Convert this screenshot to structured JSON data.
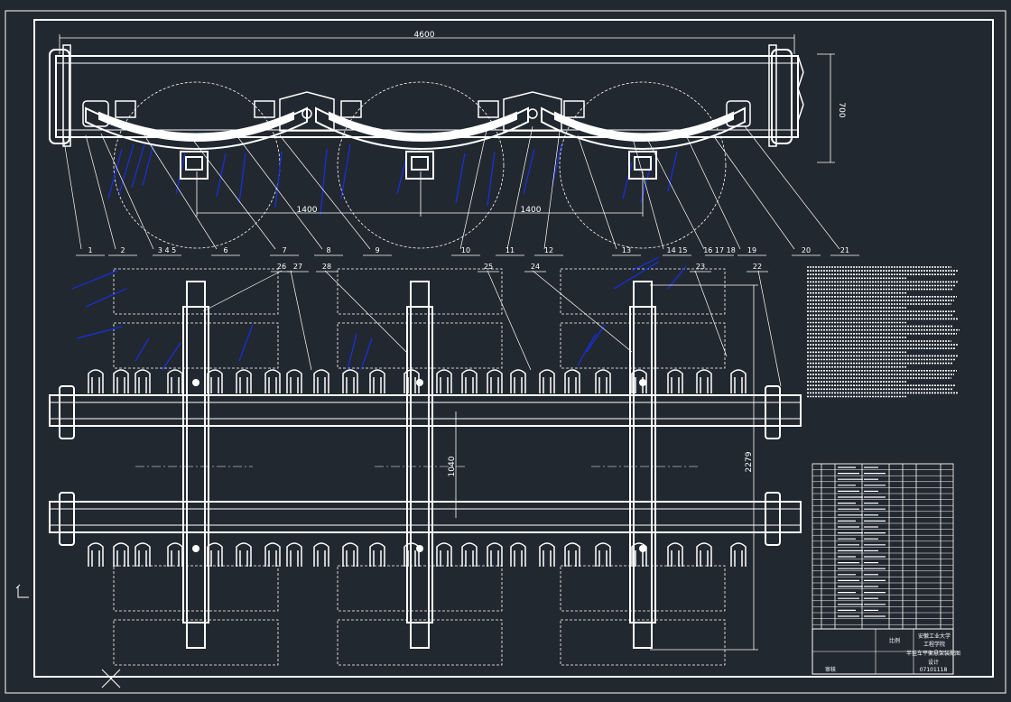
{
  "drawing": {
    "dimensions": {
      "overall_length": "4600",
      "side_height": "700",
      "axle_spacing_left": "1400",
      "axle_spacing_right": "1400",
      "track_width": "1040",
      "overall_width": "2279"
    },
    "callouts_side": [
      "1",
      "2",
      "3 4 5",
      "6",
      "7",
      "8",
      "9",
      "10",
      "11",
      "12",
      "13",
      "14 15",
      "16 17 18",
      "19",
      "20",
      "21"
    ],
    "callouts_plan": [
      "26",
      "27",
      "28",
      "25",
      "24",
      "23",
      "22"
    ],
    "title_block": {
      "institution": "安徽工业大学",
      "department": "工程学院",
      "drawing_title": "半挂车平衡悬架装配图",
      "scale_label": "比例",
      "drawing_no": "07101118",
      "designer": "设计",
      "checker": "审核"
    },
    "colors": {
      "background": "#212830",
      "line": "#ffffff",
      "hatch": "#1a2ee8"
    }
  }
}
